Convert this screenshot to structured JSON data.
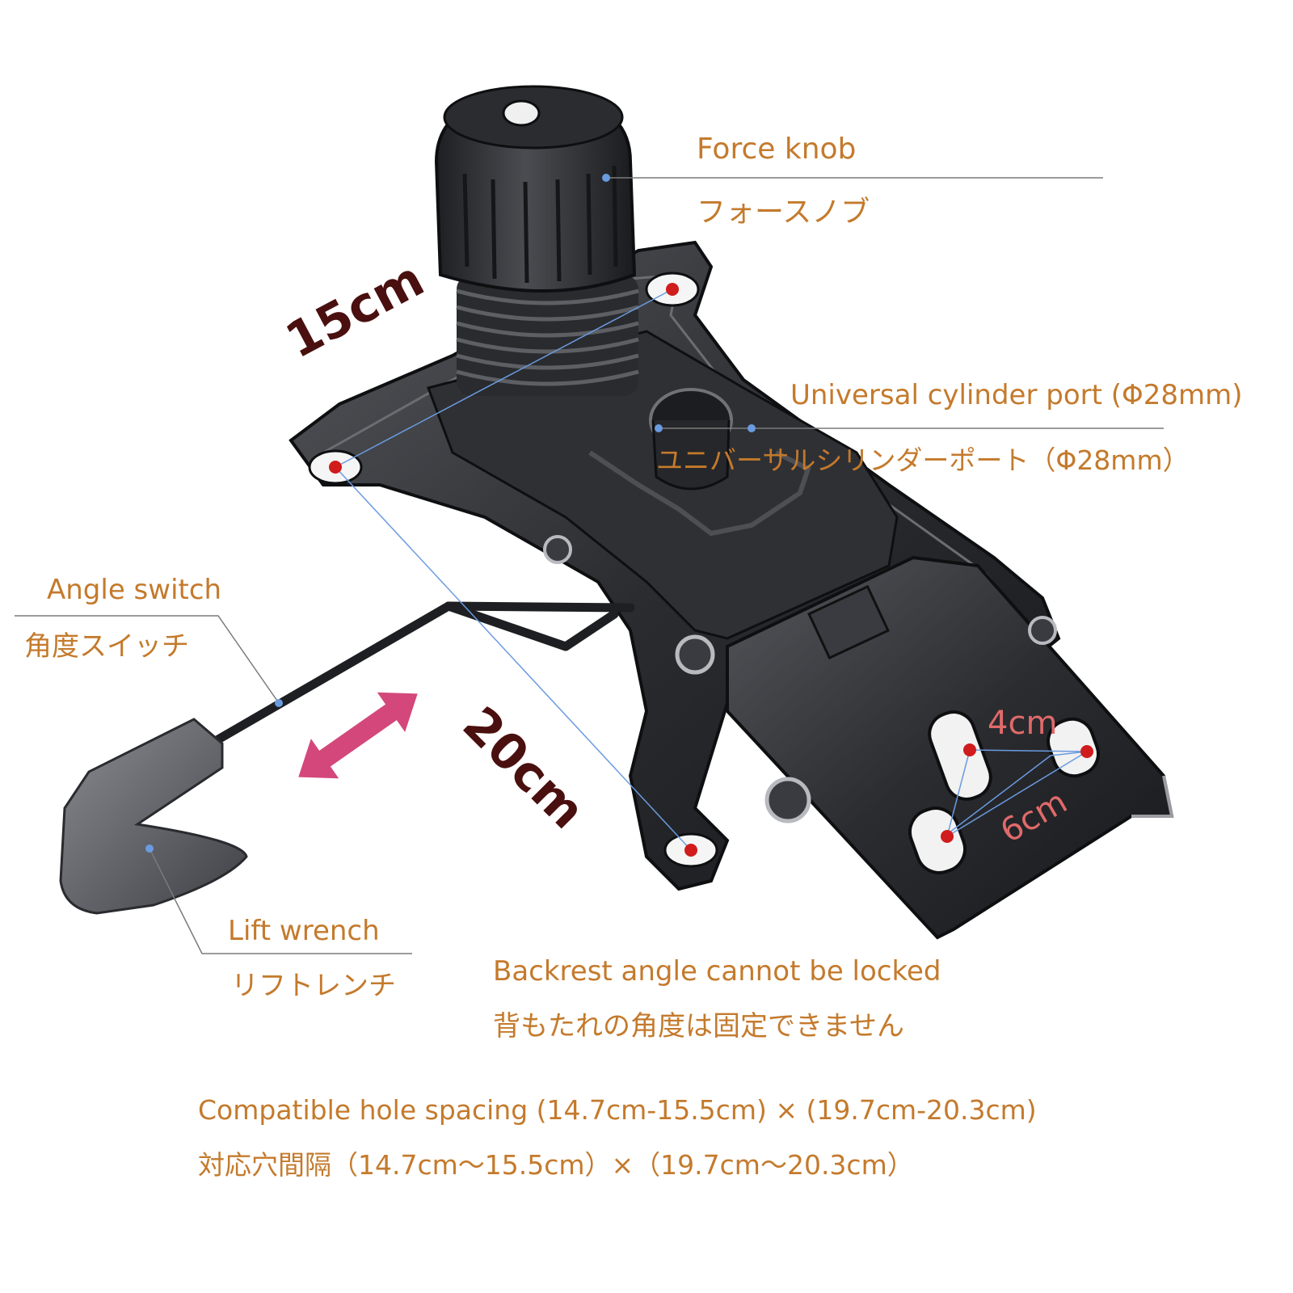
{
  "colors": {
    "label_text": "#c47a2c",
    "dimension_text": "#4a0f0f",
    "hole_dim_text": "#e06a6a",
    "leader_line": "#7a7a7a",
    "dim_line": "#6a9be0",
    "arrow": "#d4477a",
    "metal": "#2b2c30",
    "hole_dot": "#d01c1c"
  },
  "callouts": {
    "force_knob": {
      "en": "Force knob",
      "jp": "フォースノブ"
    },
    "cylinder_port": {
      "en": "Universal cylinder port (Φ28mm)",
      "jp": "ユニバーサルシリンダーポート（Φ28mm）"
    },
    "angle_switch": {
      "en": "Angle switch",
      "jp": "角度スイッチ"
    },
    "lift_wrench": {
      "en": "Lift wrench",
      "jp": "リフトレンチ"
    },
    "backrest": {
      "en": "Backrest angle cannot be locked",
      "jp": "背もたれの角度は固定できません"
    }
  },
  "dimensions": {
    "width": "15cm",
    "length": "20cm",
    "slot_gap": "4cm",
    "slot_diag": "6cm"
  },
  "footer": {
    "en": "Compatible hole spacing (14.7cm-15.5cm) × (19.7cm-20.3cm)",
    "jp": "対応穴間隔（14.7cm～15.5cm）×（19.7cm～20.3cm）"
  },
  "icons": {
    "direction_arrow": "double-headed-arrow-icon"
  }
}
